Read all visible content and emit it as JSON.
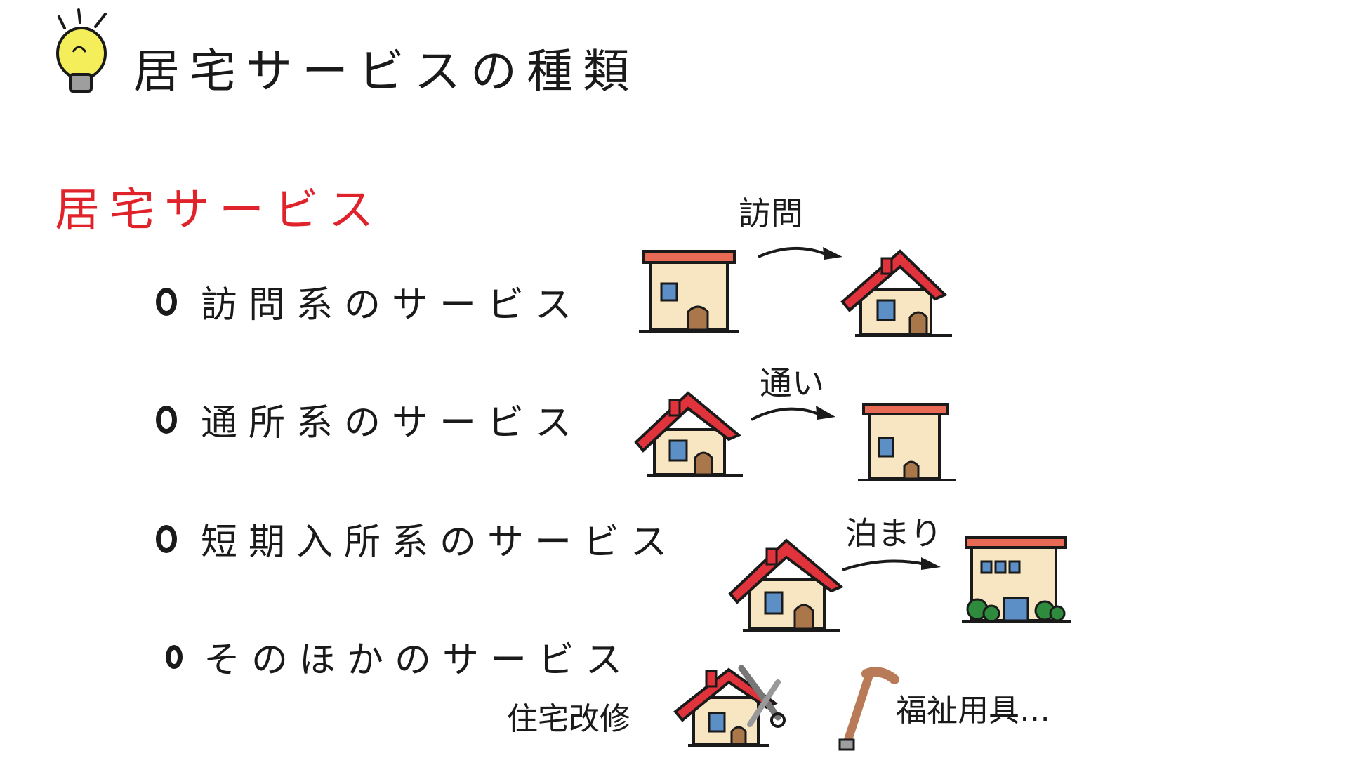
{
  "page": {
    "title": "居宅サービスの種類",
    "title_icon": "lightbulb-icon"
  },
  "section": {
    "heading": "居宅サービス",
    "heading_color": "#e0222a"
  },
  "items": [
    {
      "label": "訪問系のサービス",
      "annotation": "訪問"
    },
    {
      "label": "通所系のサービス",
      "annotation": "通い"
    },
    {
      "label": "短期入所系のサービス",
      "annotation": "泊まり"
    },
    {
      "label": "そのほかのサービス"
    }
  ],
  "other_services": {
    "home_renovation": "住宅改修",
    "welfare_equipment": "福祉用具…"
  },
  "colors": {
    "roof": "#e0333b",
    "wall": "#f8e6c2",
    "door": "#a9774a",
    "window": "#5b8fc6",
    "shrub": "#2e8b3e",
    "cane": "#b87a57",
    "bulb": "#f3ee5a"
  }
}
